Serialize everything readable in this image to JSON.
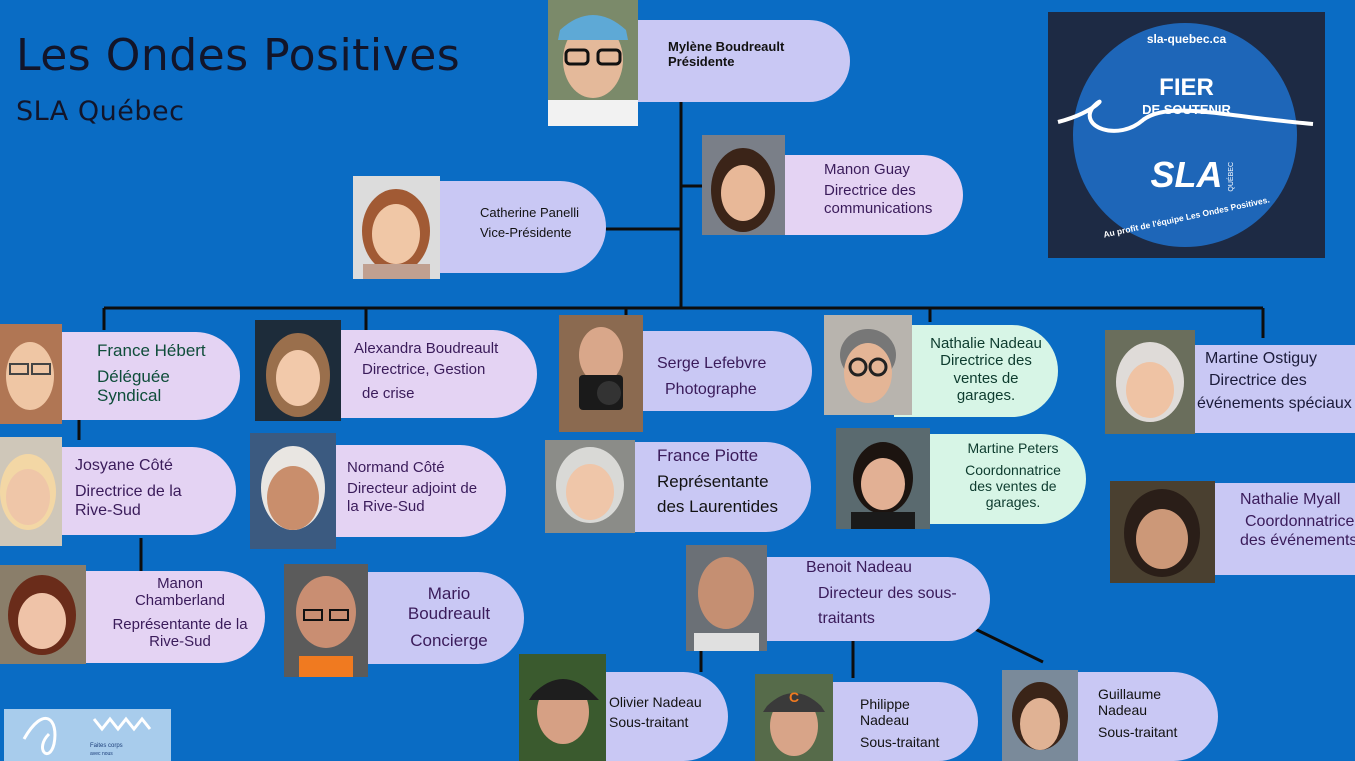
{
  "header": {
    "title": "Les Ondes Positives",
    "subtitle": "SLA Québec"
  },
  "logo": {
    "url": "sla-quebec.ca",
    "line1": "FIER",
    "line2": "DE SOUTENIR",
    "brand": "SLA",
    "quebec": "QUÉBEC",
    "arc": "Au profit de l'équipe Les Ondes Positives."
  },
  "promo": {
    "line1": "Faites corps",
    "line2": "avec nous"
  },
  "colors": {
    "background": "#0a6cc4",
    "pill_lavender": "#c9c8f4",
    "pill_pink": "#e4d3f3",
    "pill_mint": "#d7f5e6"
  },
  "members": [
    {
      "id": "mylene",
      "name": "Mylène Boudreault",
      "role": "Présidente"
    },
    {
      "id": "catherine",
      "name": "Catherine Panelli",
      "role": "Vice-Présidente"
    },
    {
      "id": "manon-g",
      "name": "Manon Guay",
      "role1": "Directrice des",
      "role2": "communications"
    },
    {
      "id": "france-h",
      "name": "France Hébert",
      "role1": "Déléguée",
      "role2": "Syndical"
    },
    {
      "id": "alexandra",
      "name": "Alexandra Boudreault",
      "role1": "Directrice, Gestion",
      "role2": "de crise"
    },
    {
      "id": "serge",
      "name": "Serge Lefebvre",
      "role": "Photographe"
    },
    {
      "id": "nathalie-n",
      "name": "Nathalie Nadeau",
      "role1": "Directrice des",
      "role2": "ventes de",
      "role3": "garages."
    },
    {
      "id": "martine-o",
      "name": "Martine Ostiguy",
      "role1": "Directrice des",
      "role2": "événements spéciaux"
    },
    {
      "id": "josyane",
      "name": "Josyane Côté",
      "role1": "Directrice de la",
      "role2": "Rive-Sud"
    },
    {
      "id": "normand",
      "name": "Normand Côté",
      "role1": "Directeur adjoint de",
      "role2": "la Rive-Sud"
    },
    {
      "id": "france-p",
      "name": "France Piotte",
      "role1": "Représentante",
      "role2": "des Laurentides"
    },
    {
      "id": "martine-p",
      "name": "Martine Peters",
      "role1": "Coordonnatrice",
      "role2": "des ventes de",
      "role3": "garages."
    },
    {
      "id": "nathalie-m",
      "name": "Nathalie Myall",
      "role1": "Coordonnatrice",
      "role2": "des événements"
    },
    {
      "id": "manon-c",
      "name1": "Manon",
      "name2": "Chamberland",
      "role1": "Représentante de la",
      "role2": "Rive-Sud"
    },
    {
      "id": "mario",
      "name1": "Mario",
      "name2": "Boudreault",
      "role": "Concierge"
    },
    {
      "id": "benoit",
      "name": "Benoit Nadeau",
      "role1": "Directeur des sous-",
      "role2": "traitants"
    },
    {
      "id": "olivier",
      "name": "Olivier Nadeau",
      "role": "Sous-traitant"
    },
    {
      "id": "philippe",
      "name1": "Philippe",
      "name2": "Nadeau",
      "role": "Sous-traitant"
    },
    {
      "id": "guillaume",
      "name1": "Guillaume",
      "name2": "Nadeau",
      "role": "Sous-traitant"
    }
  ]
}
